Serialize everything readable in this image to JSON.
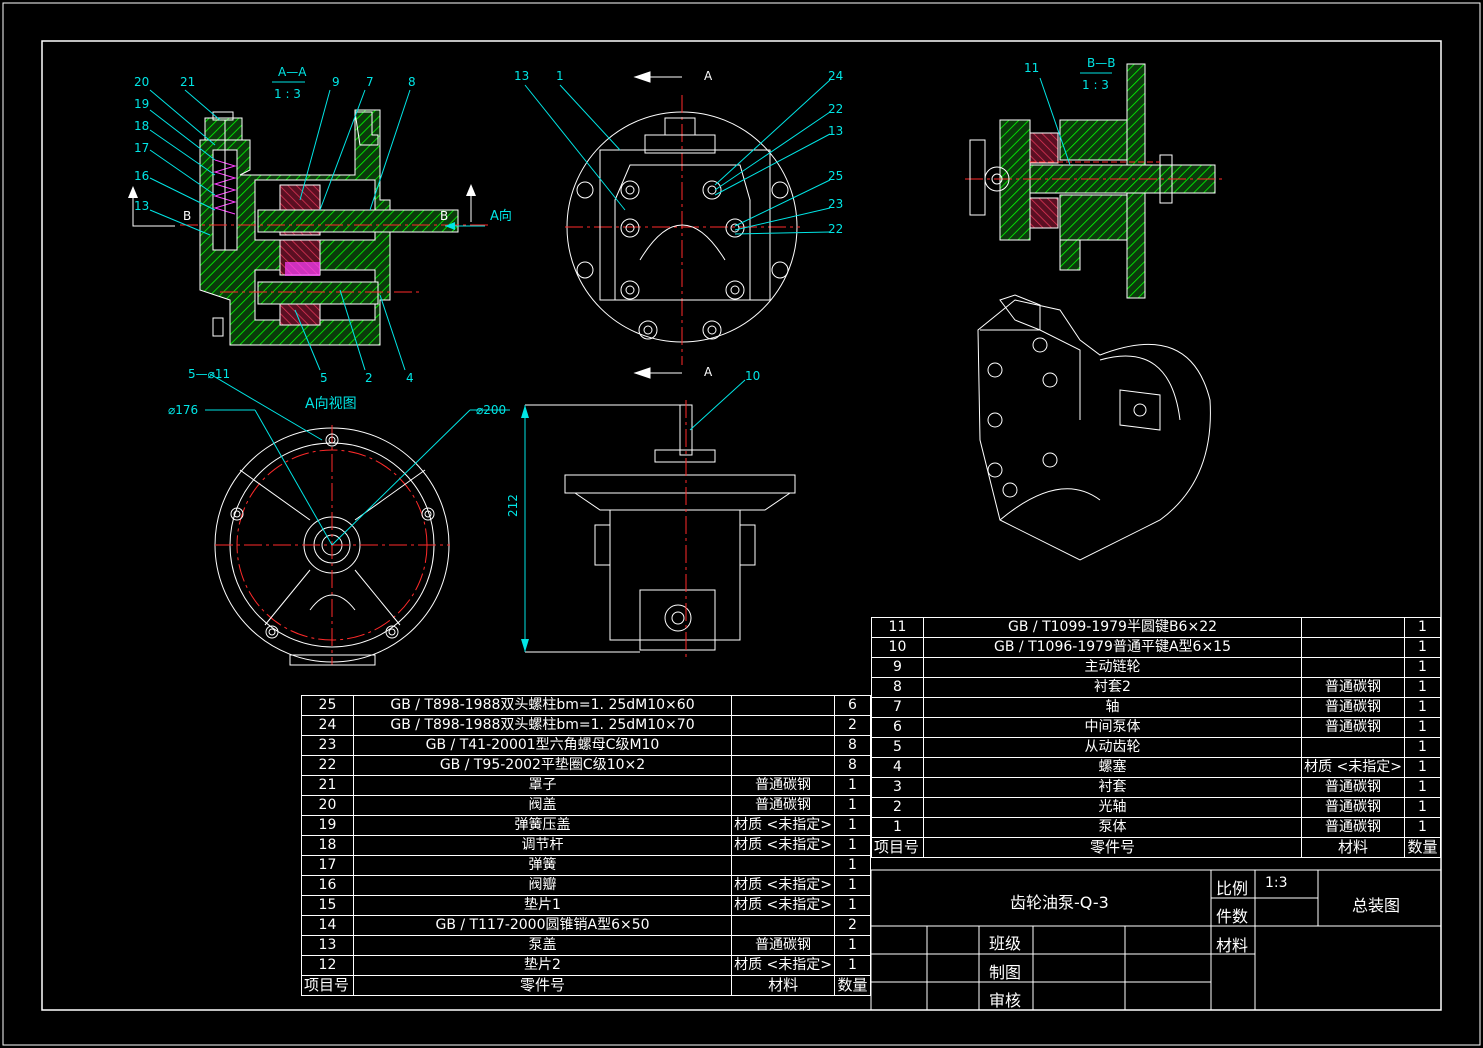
{
  "colors": {
    "background": "#000000",
    "line": "#ffffff",
    "hatch": "#00ff00",
    "leader": "#00e5e5",
    "center": "#ff2a2a",
    "magenta": "#ff40ff",
    "part": "#cc2244"
  },
  "views": {
    "section_aa": {
      "name": "A—A",
      "scale": "1 : 3"
    },
    "section_bb": {
      "name": "B—B",
      "scale": "1 : 3"
    },
    "section_mark_a": "A",
    "section_mark_b": "B",
    "a_dir": "A向",
    "a_view_title": "A向视图",
    "dim_5phi11": "5—⌀11",
    "dim_phi176": "⌀176",
    "dim_phi200": "⌀200",
    "dim_212": "212"
  },
  "callouts_aa": [
    "20",
    "21",
    "9",
    "7",
    "8",
    "19",
    "18",
    "17",
    "16",
    "13",
    "5",
    "2",
    "4"
  ],
  "callouts_front": [
    "13",
    "1",
    "24",
    "22",
    "13",
    "25",
    "23",
    "22"
  ],
  "callouts_bb": [
    "11"
  ],
  "callout_side": "10",
  "bom_left": {
    "rows": [
      {
        "no": "25",
        "name": "GB / T898-1988双头螺柱bm=1. 25dM10×60",
        "mat": "",
        "qty": "6"
      },
      {
        "no": "24",
        "name": "GB / T898-1988双头螺柱bm=1. 25dM10×70",
        "mat": "",
        "qty": "2"
      },
      {
        "no": "23",
        "name": "GB / T41-20001型六角螺母C级M10",
        "mat": "",
        "qty": "8"
      },
      {
        "no": "22",
        "name": "GB / T95-2002平垫圈C级10×2",
        "mat": "",
        "qty": "8"
      },
      {
        "no": "21",
        "name": "罩子",
        "mat": "普通碳钢",
        "qty": "1"
      },
      {
        "no": "20",
        "name": "阀盖",
        "mat": "普通碳钢",
        "qty": "1"
      },
      {
        "no": "19",
        "name": "弹簧压盖",
        "mat": "材质 <未指定>",
        "qty": "1"
      },
      {
        "no": "18",
        "name": "调节杆",
        "mat": "材质 <未指定>",
        "qty": "1"
      },
      {
        "no": "17",
        "name": "弹簧",
        "mat": "",
        "qty": "1"
      },
      {
        "no": "16",
        "name": "阀瓣",
        "mat": "材质 <未指定>",
        "qty": "1"
      },
      {
        "no": "15",
        "name": "垫片1",
        "mat": "材质 <未指定>",
        "qty": "1"
      },
      {
        "no": "14",
        "name": "GB / T117-2000圆锥销A型6×50",
        "mat": "",
        "qty": "2"
      },
      {
        "no": "13",
        "name": "泵盖",
        "mat": "普通碳钢",
        "qty": "1"
      },
      {
        "no": "12",
        "name": "垫片2",
        "mat": "材质 <未指定>",
        "qty": "1"
      }
    ],
    "header": {
      "no": "项目号",
      "name": "零件号",
      "mat": "材料",
      "qty": "数量"
    }
  },
  "bom_right": {
    "rows": [
      {
        "no": "11",
        "name": "GB / T1099-1979半圆键B6×22",
        "mat": "",
        "qty": "1"
      },
      {
        "no": "10",
        "name": "GB / T1096-1979普通平键A型6×15",
        "mat": "",
        "qty": "1"
      },
      {
        "no": "9",
        "name": "主动链轮",
        "mat": "",
        "qty": "1"
      },
      {
        "no": "8",
        "name": "衬套2",
        "mat": "普通碳钢",
        "qty": "1"
      },
      {
        "no": "7",
        "name": "轴",
        "mat": "普通碳钢",
        "qty": "1"
      },
      {
        "no": "6",
        "name": "中间泵体",
        "mat": "普通碳钢",
        "qty": "1"
      },
      {
        "no": "5",
        "name": "从动齿轮",
        "mat": "",
        "qty": "1"
      },
      {
        "no": "4",
        "name": "螺塞",
        "mat": "材质 <未指定>",
        "qty": "1"
      },
      {
        "no": "3",
        "name": "衬套",
        "mat": "普通碳钢",
        "qty": "1"
      },
      {
        "no": "2",
        "name": "光轴",
        "mat": "普通碳钢",
        "qty": "1"
      },
      {
        "no": "1",
        "name": "泵体",
        "mat": "普通碳钢",
        "qty": "1"
      }
    ],
    "header": {
      "no": "项目号",
      "name": "零件号",
      "mat": "材料",
      "qty": "数量"
    }
  },
  "title_block": {
    "drawing_name": "齿轮油泵-Q-3",
    "scale_label": "比例",
    "scale_value": "1:3",
    "count_label": "件数",
    "material_label": "材料",
    "title": "总装图",
    "class_label": "班级",
    "drawn_label": "制图",
    "check_label": "审核"
  }
}
